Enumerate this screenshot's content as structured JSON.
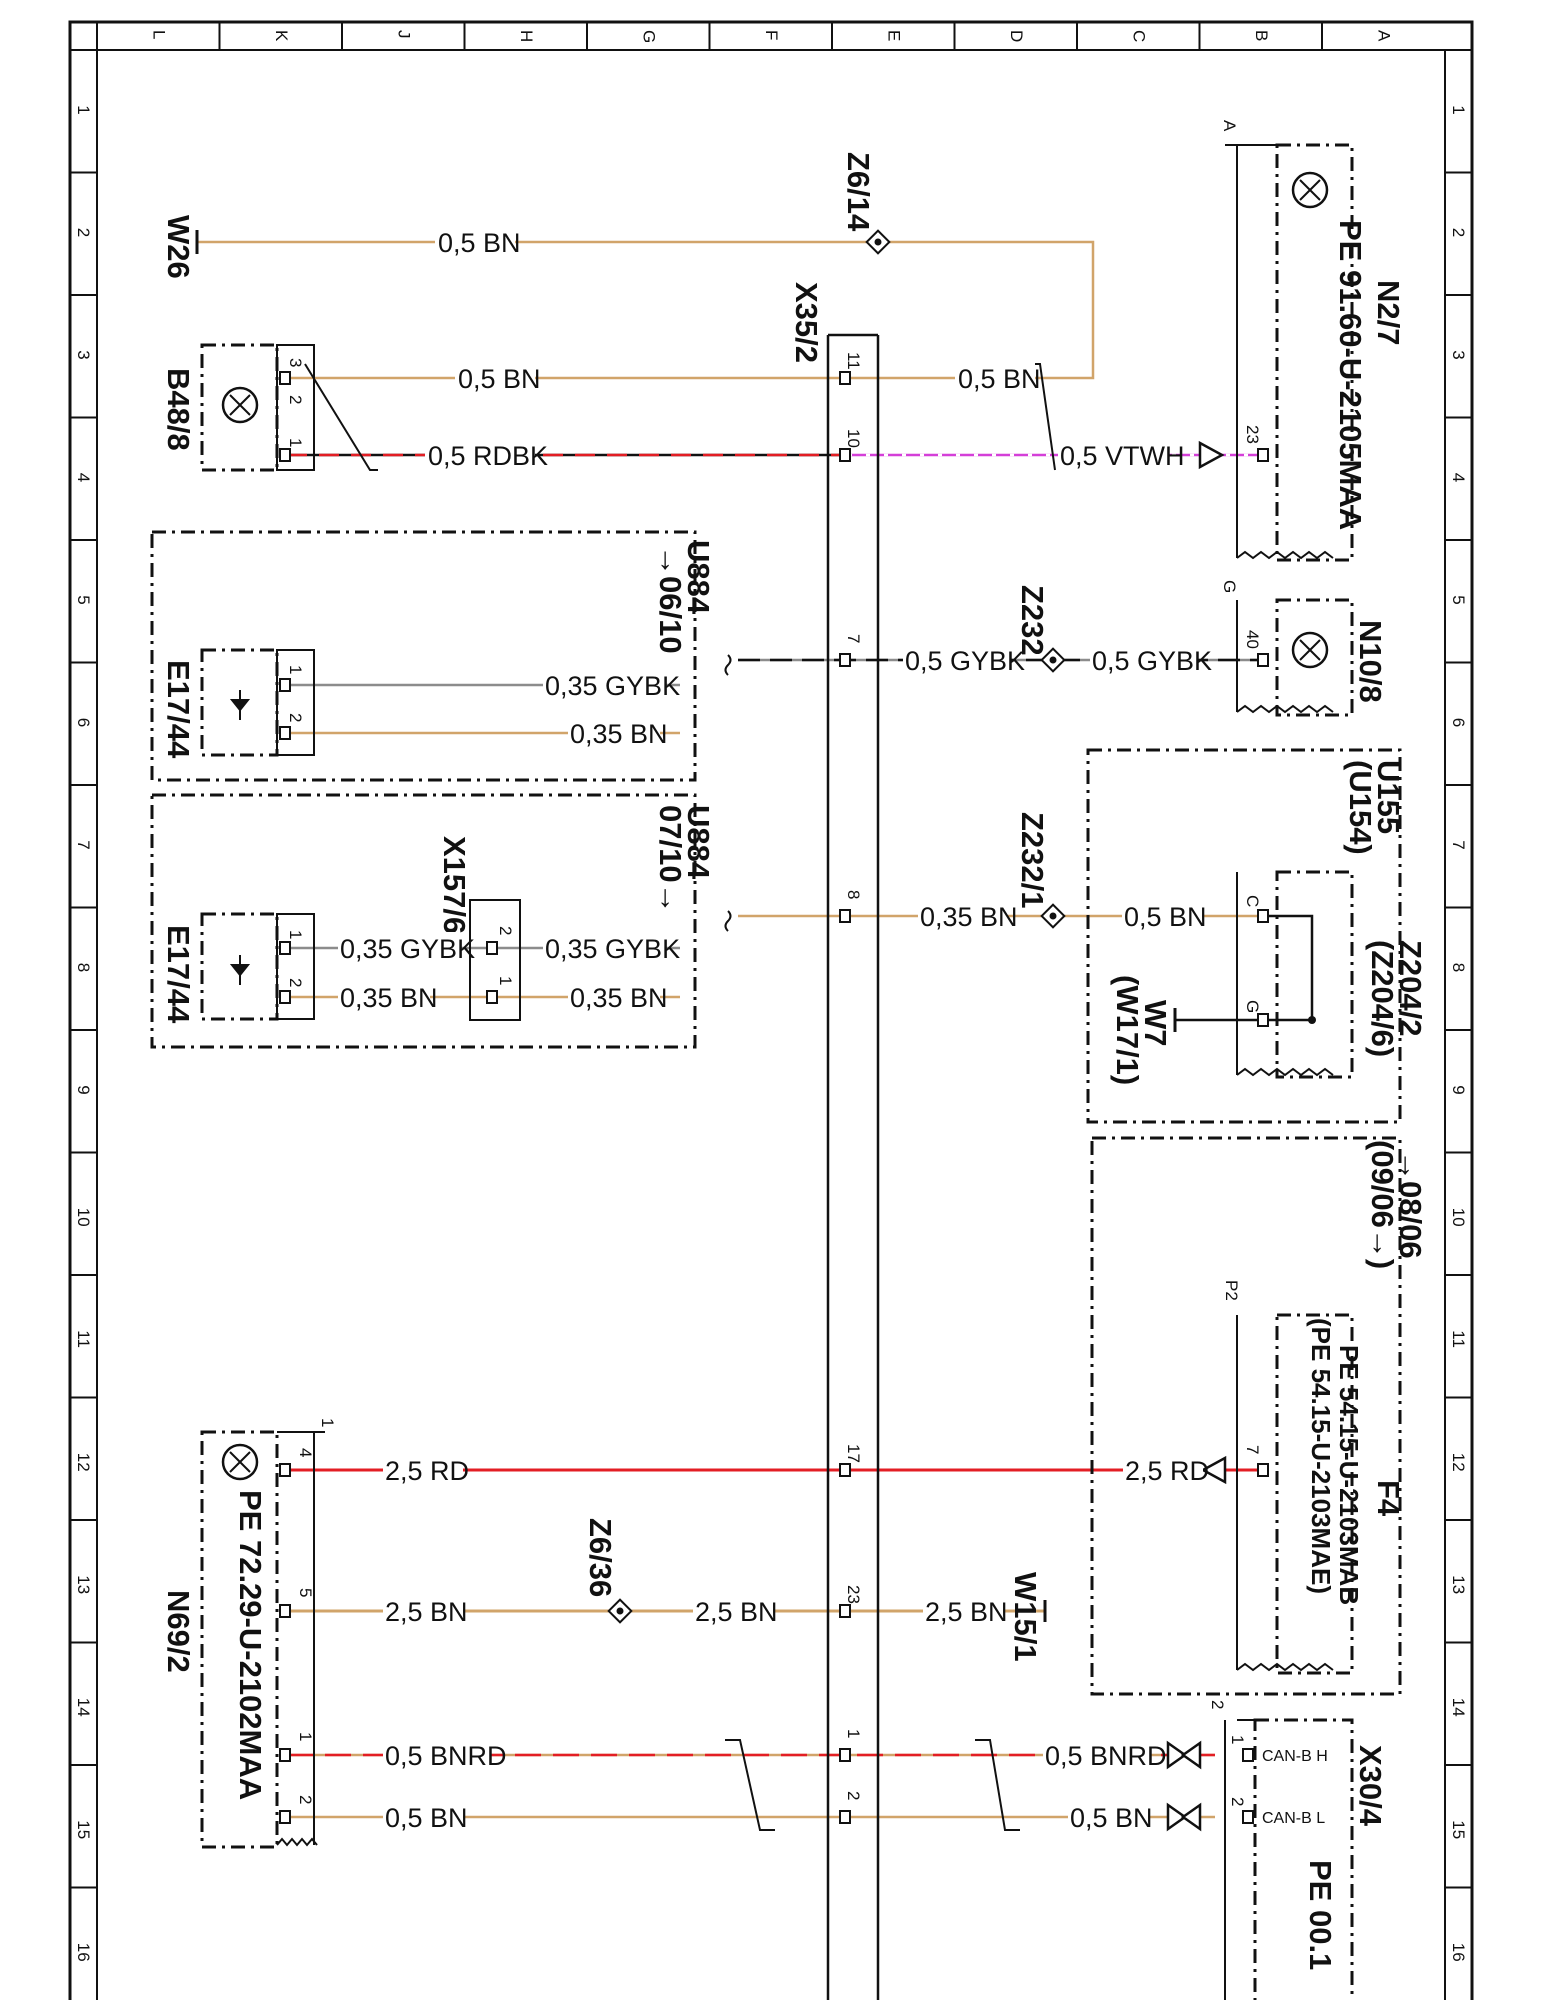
{
  "colors": {
    "BN": "#d1a46a",
    "RD": "#e31e24",
    "VT": "#d43fd8",
    "GY": "#8c8c8c",
    "BK": "#111111"
  },
  "grid": {
    "columns": [
      "L",
      "K",
      "J",
      "H",
      "G",
      "F",
      "E",
      "D",
      "C",
      "B",
      "A"
    ],
    "rows": [
      "1",
      "2",
      "3",
      "4",
      "5",
      "6",
      "7",
      "8",
      "9",
      "10",
      "11",
      "12",
      "13",
      "14",
      "15",
      "16"
    ]
  },
  "components": {
    "n2_7": {
      "id": "N2/7",
      "ref": "PE 91.60-U-2105MAA",
      "tag": "A",
      "pin": "23"
    },
    "n10_8": {
      "id": "N10/8",
      "tag": "G",
      "pin": "40"
    },
    "u155": {
      "id": "U155",
      "alt": "(U154)"
    },
    "z204_2": {
      "id": "Z204/2",
      "alt": "(Z204/6)",
      "pin_c": "C",
      "pin_g": "G"
    },
    "w7": {
      "id": "W7",
      "alt": "(W17/1)"
    },
    "model_0806": {
      "line1": "→08/06",
      "line2": "(09/06→)"
    },
    "f4": {
      "id": "F4",
      "tag": "P2",
      "ref1": "PE 54.15-U-2103MAB",
      "ref2": "(PE 54.15-U-2103MAE)",
      "pin": "7"
    },
    "x30_4": {
      "id": "X30/4",
      "ref": "PE 00.1",
      "pin1": "1",
      "pin2": "2",
      "can_h": "CAN-B H",
      "can_l": "CAN-B L",
      "tag": "2"
    },
    "x35_2": {
      "id": "X35/2",
      "pins": [
        "11",
        "10",
        "7",
        "8",
        "17",
        "23",
        "1",
        "2"
      ]
    },
    "w26": {
      "id": "W26"
    },
    "b48_8": {
      "id": "B48/8",
      "pins": [
        "3",
        "2",
        "1"
      ]
    },
    "z6_14": {
      "id": "Z6/14"
    },
    "z232": {
      "id": "Z232"
    },
    "z232_1": {
      "id": "Z232/1"
    },
    "z6_36": {
      "id": "Z6/36"
    },
    "w15_1": {
      "id": "W15/1"
    },
    "u884_a": {
      "id": "U884",
      "range": "→06/10"
    },
    "u884_b": {
      "id": "U884",
      "range": "07/10→"
    },
    "e17_44_a": {
      "id": "E17/44",
      "pins": [
        "1",
        "2"
      ]
    },
    "e17_44_b": {
      "id": "E17/44",
      "pins": [
        "1",
        "2"
      ]
    },
    "x157_6": {
      "id": "X157/6",
      "pins": [
        "2",
        "1"
      ]
    },
    "n69_2": {
      "id": "N69/2",
      "ref": "PE 72.29-U-2102MAA",
      "tag": "1",
      "pins": [
        "4",
        "5",
        "1",
        "2"
      ]
    }
  },
  "wires": {
    "w26_bn": "0,5 BN",
    "b48_bn": "0,5 BN",
    "x35_bn": "0,5 BN",
    "b48_rdbk": "0,5 RDBK",
    "n27_vtwh": "0,5 VTWH",
    "e17a_gybk": "0,35 GYBK",
    "e17a_bn": "0,35 BN",
    "n108_gybk_l": "0,5 GYBK",
    "n108_gybk_r": "0,5 GYBK",
    "z232_1_bn_l": "0,35 BN",
    "z232_1_bn_r": "0,5 BN",
    "e17b_gybk_l": "0,35 GYBK",
    "e17b_gybk_r": "0,35 GYBK",
    "e17b_bn_l": "0,35 BN",
    "e17b_bn_r": "0,35 BN",
    "n69_rd": "2,5 RD",
    "f4_rd": "2,5 RD",
    "n69_bn": "2,5 BN",
    "z636_bn": "2,5 BN",
    "w151_bn": "2,5 BN",
    "n69_bnrd": "0,5 BNRD",
    "x304_bnrd": "0,5 BNRD",
    "n69_can_bn": "0,5 BN",
    "x304_can_bn": "0,5 BN"
  }
}
